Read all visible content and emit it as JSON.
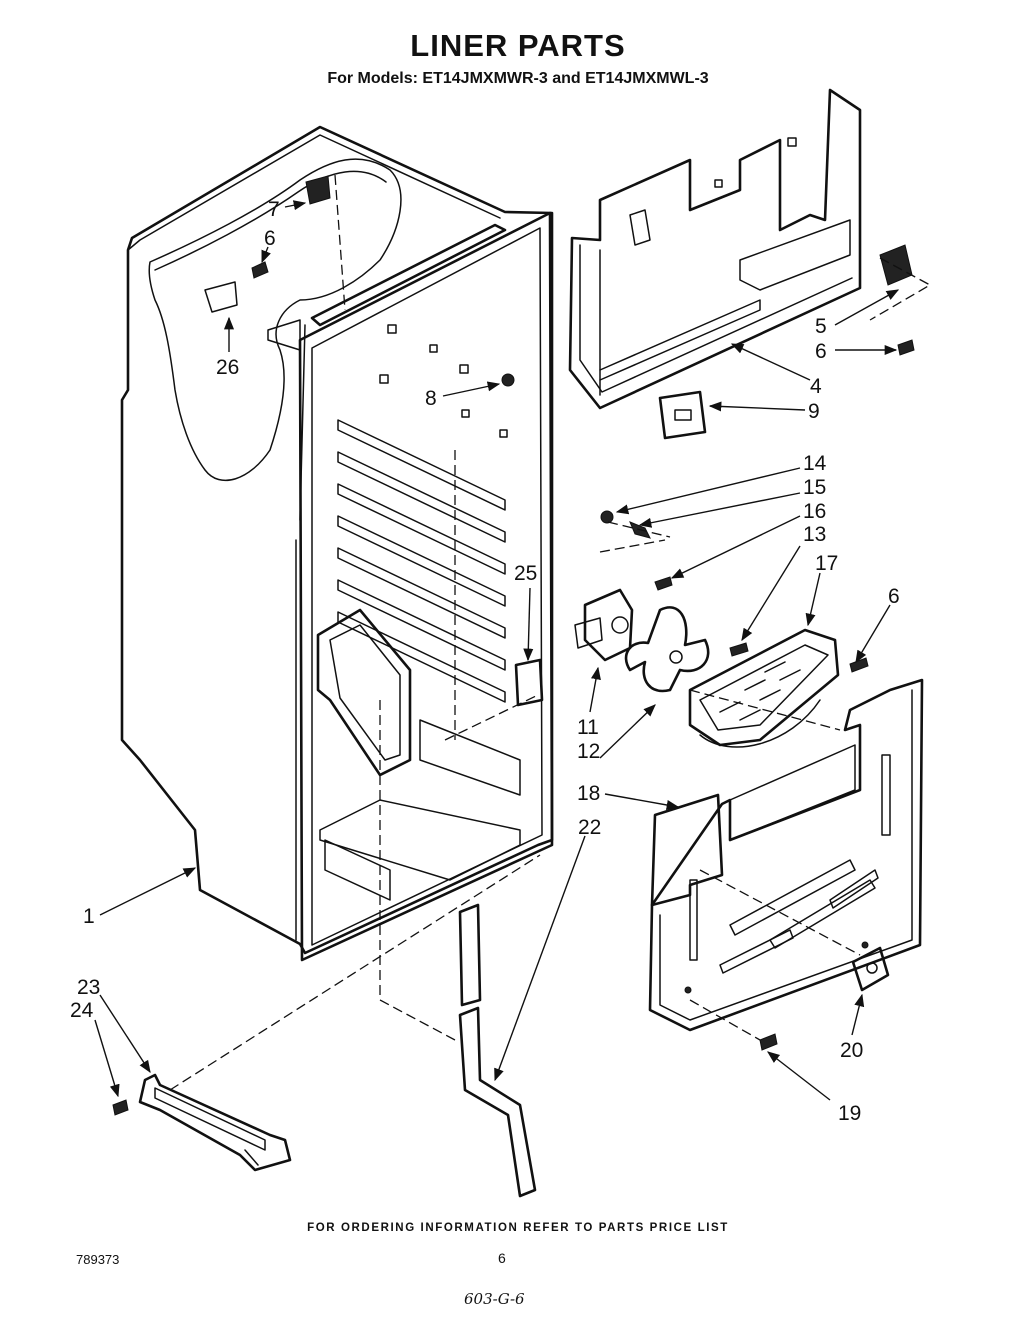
{
  "header": {
    "title": "LINER PARTS",
    "subtitle": "For Models: ET14JMXMWR-3 and ET14JMXMWL-3"
  },
  "callouts": {
    "c1": "1",
    "c4": "4",
    "c5": "5",
    "c6a": "6",
    "c6b": "6",
    "c6c": "6",
    "c7": "7",
    "c8": "8",
    "c9": "9",
    "c11": "11",
    "c12": "12",
    "c13": "13",
    "c14": "14",
    "c15": "15",
    "c16": "16",
    "c17": "17",
    "c18": "18",
    "c19": "19",
    "c20": "20",
    "c22": "22",
    "c23": "23",
    "c24": "24",
    "c25": "25",
    "c26": "26"
  },
  "footer": {
    "ordering_note": "FOR ORDERING INFORMATION REFER TO PARTS PRICE LIST",
    "doc_number": "789373",
    "page_number": "6",
    "handwritten_code": "603-G-6"
  }
}
